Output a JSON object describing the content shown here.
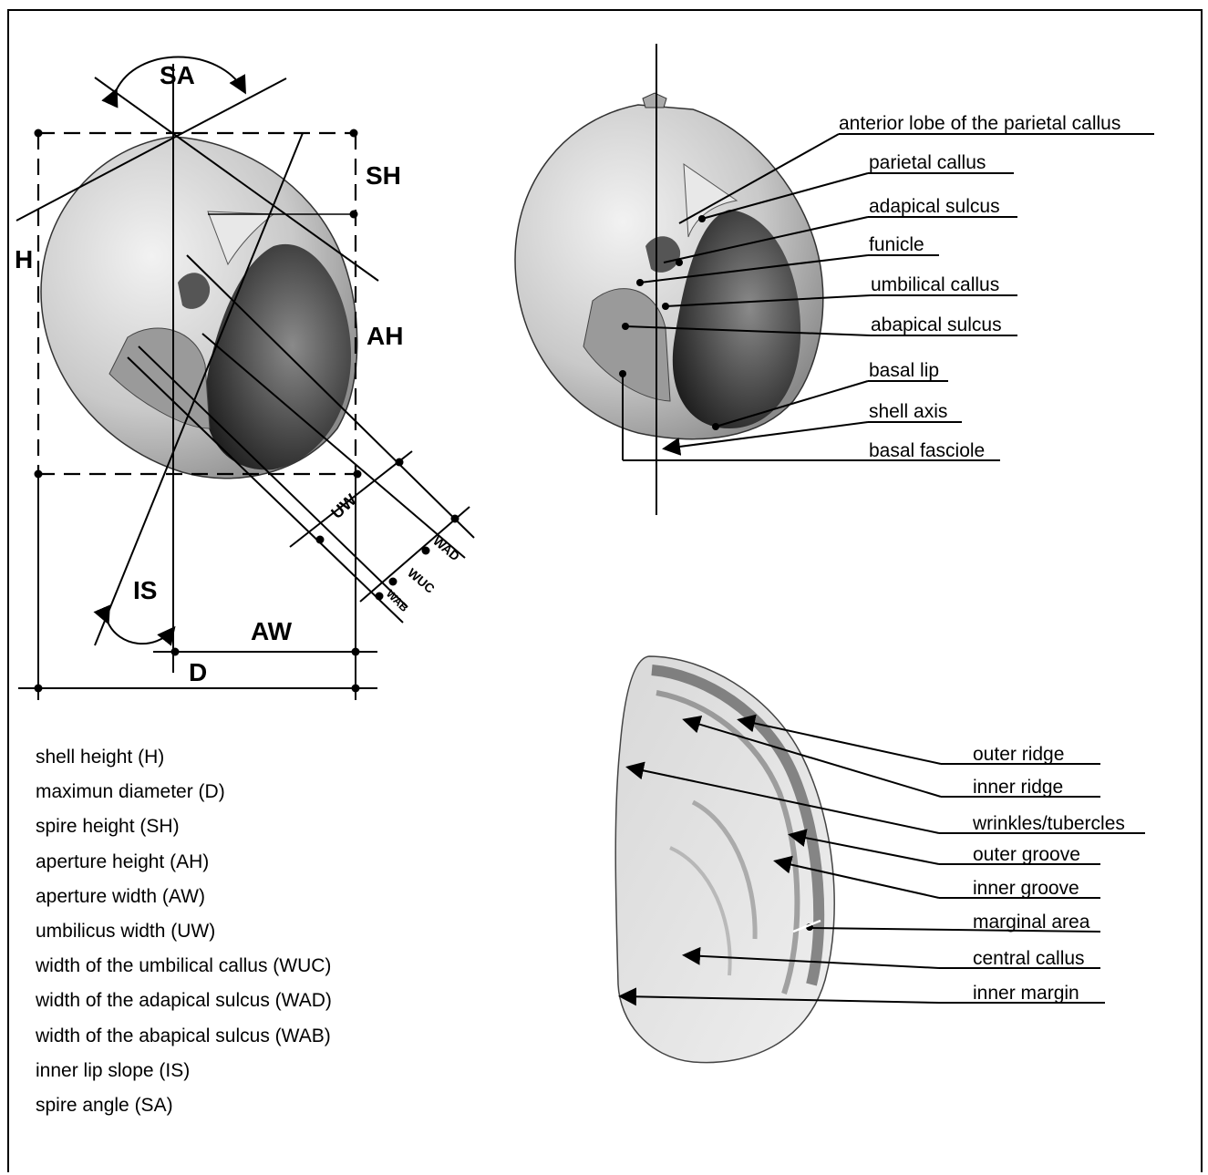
{
  "measure_diagram": {
    "abbreviations": {
      "sa": "SA",
      "sh": "SH",
      "h": "H",
      "ah": "AH",
      "uw": "UW",
      "wad": "WAD",
      "wuc": "WUC",
      "wab": "WAB",
      "is": "IS",
      "aw": "AW",
      "d": "D"
    }
  },
  "legend": [
    "shell height (H)",
    "maximun diameter (D)",
    "spire height (SH)",
    "aperture height (AH)",
    "aperture width  (AW)",
    "umbilicus width  (UW)",
    "width of the umbilical  callus  (WUC)",
    "width of the adapical sulcus  (WAD)",
    "width of the abapical sulcus  (WAB)",
    "inner lip slope (IS)",
    "spire angle (SA)"
  ],
  "shell_labels": [
    "anterior lobe of the parietal callus",
    "parietal   callus",
    "adapical sulcus",
    "funicle",
    "umbilical callus",
    "abapical sulcus",
    "basal lip",
    "shell axis",
    "basal fasciole"
  ],
  "operculum_labels": [
    "outer    ridge",
    "inner     ridge",
    "wrinkles/tubercles",
    "outer  groove",
    "inner   groove",
    "marginal area",
    "central callus",
    "inner   margin"
  ],
  "colors": {
    "ink": "#000000",
    "shell_shade": "#bdbdbd",
    "shell_dark": "#3a3a3a",
    "paper": "#ffffff"
  }
}
